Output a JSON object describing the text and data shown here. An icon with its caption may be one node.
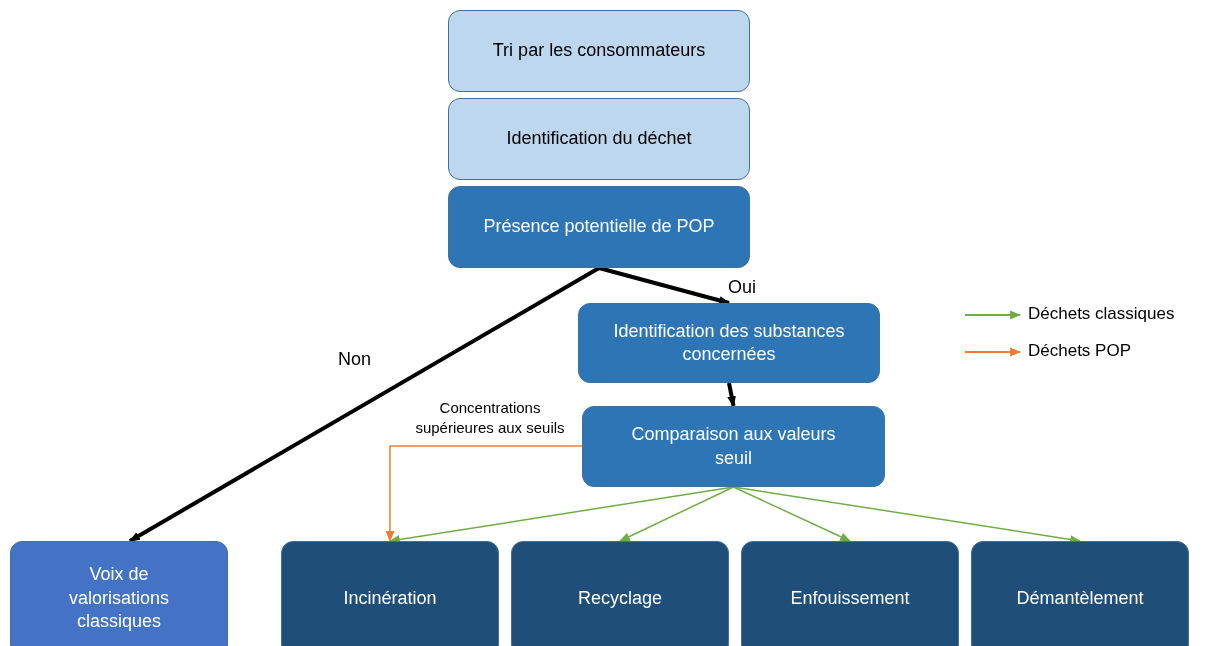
{
  "diagram": {
    "nodes": [
      {
        "text": [
          "Tri par les consommateurs"
        ]
      },
      {
        "text": [
          "Identification du déchet"
        ]
      },
      {
        "text": [
          "Présence potentielle de POP"
        ]
      },
      {
        "text": [
          "Identification des substances concernées"
        ]
      },
      {
        "text": [
          "Comparaison aux valeurs seuil"
        ]
      },
      {
        "text": [
          "Voix de valorisations classiques"
        ]
      },
      {
        "text": [
          "Incinération"
        ]
      },
      {
        "text": [
          "Recyclage"
        ]
      },
      {
        "text": [
          "Enfouissement"
        ]
      },
      {
        "text": [
          "Démantèlement"
        ]
      }
    ],
    "edges": [
      {
        "from": 2,
        "to": 5,
        "arrow": "to",
        "label": "Non",
        "style": "thick",
        "color": "#000000"
      },
      {
        "from": 2,
        "to": 3,
        "arrow": "to",
        "label": "Oui",
        "style": "thick",
        "color": "#000000"
      },
      {
        "from": 3,
        "to": 4,
        "arrow": "to",
        "style": "thick",
        "color": "#000000"
      },
      {
        "from": 4,
        "to": 6,
        "arrow": "to",
        "label": "Concentrations supérieures aux seuils",
        "color": "#ed7d31"
      },
      {
        "from": 4,
        "to": 6,
        "arrow": "to",
        "color": "#70ad47"
      },
      {
        "from": 4,
        "to": 7,
        "arrow": "to",
        "color": "#70ad47"
      },
      {
        "from": 4,
        "to": 8,
        "arrow": "to",
        "color": "#70ad47"
      },
      {
        "from": 4,
        "to": 9,
        "arrow": "to",
        "color": "#70ad47"
      }
    ],
    "legend": [
      {
        "text": "Déchets classiques",
        "color": "#70ad47"
      },
      {
        "text": "Déchets POP",
        "color": "#ed7d31"
      }
    ]
  }
}
